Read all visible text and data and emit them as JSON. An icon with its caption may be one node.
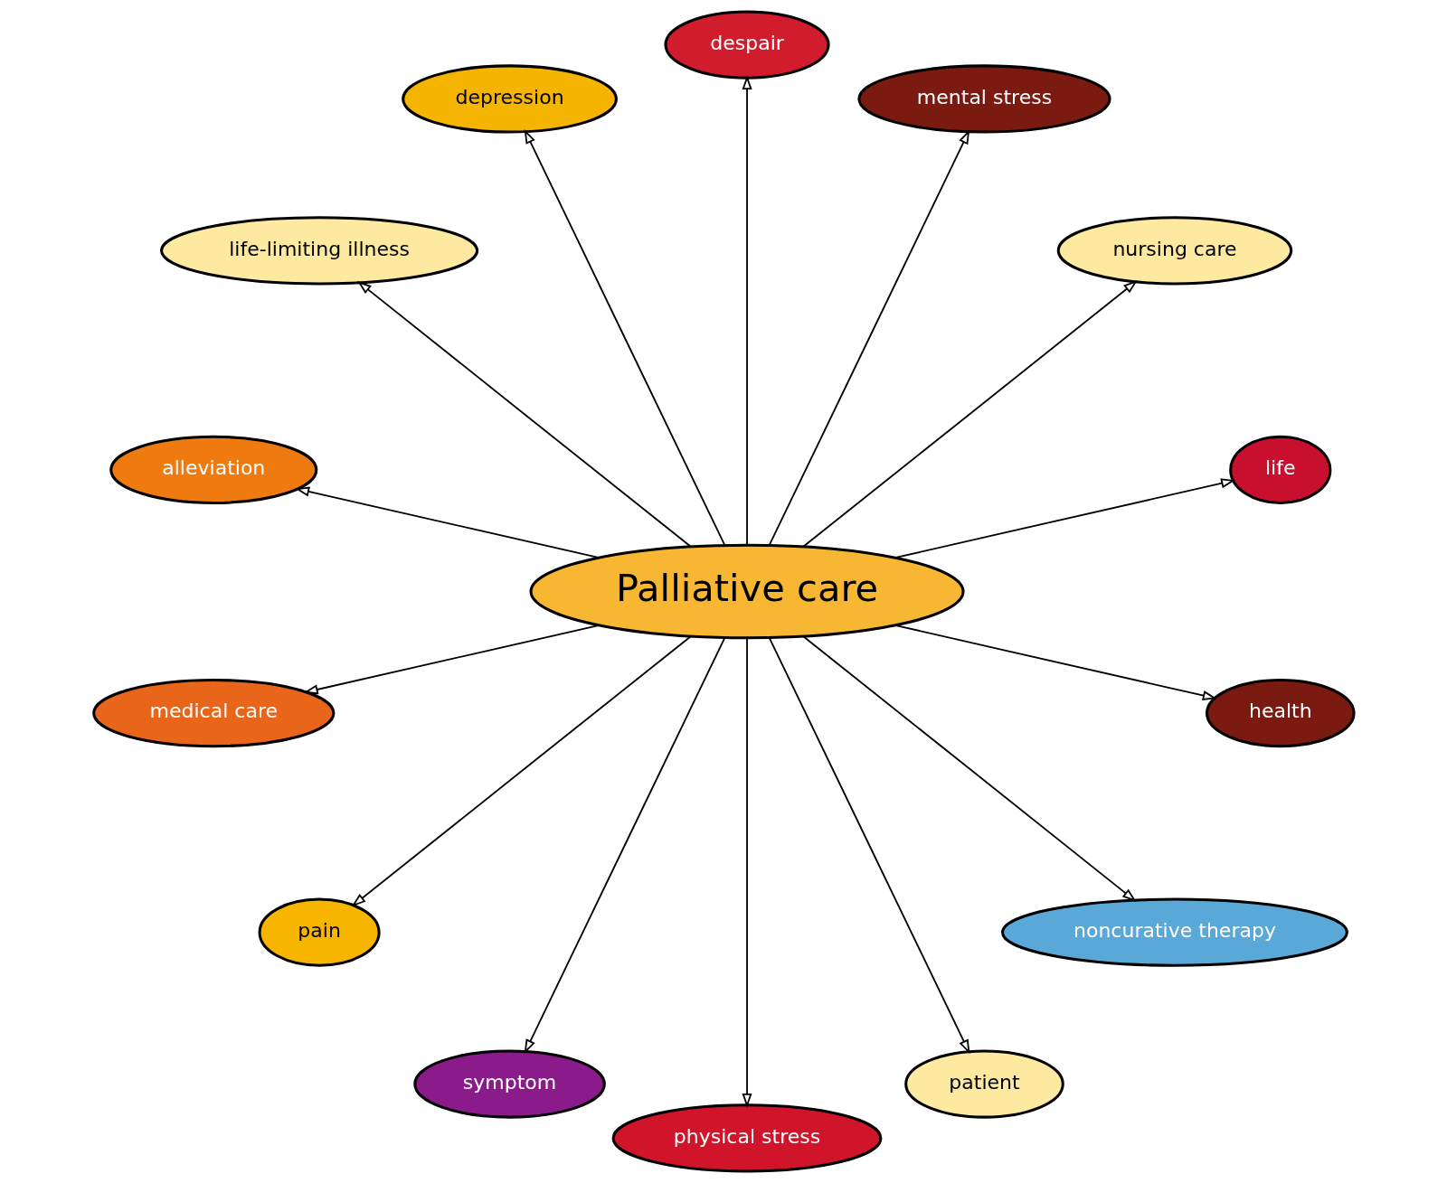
{
  "diagram": {
    "nodes": [
      {
        "text": [
          "Palliative care"
        ]
      },
      {
        "text": [
          "life"
        ]
      },
      {
        "text": [
          "nursing care"
        ]
      },
      {
        "text": [
          "mental stress"
        ]
      },
      {
        "text": [
          "despair"
        ]
      },
      {
        "text": [
          "depression"
        ]
      },
      {
        "text": [
          "life-limiting illness"
        ]
      },
      {
        "text": [
          "alleviation"
        ]
      },
      {
        "text": [
          "medical care"
        ]
      },
      {
        "text": [
          "pain"
        ]
      },
      {
        "text": [
          "symptom"
        ]
      },
      {
        "text": [
          "physical stress"
        ]
      },
      {
        "text": [
          "patient"
        ]
      },
      {
        "text": [
          "noncurative therapy"
        ]
      },
      {
        "text": [
          "health"
        ]
      }
    ],
    "edges": [
      {
        "from": 0,
        "to": 1,
        "arrow": "to"
      },
      {
        "from": 0,
        "to": 2,
        "arrow": "to"
      },
      {
        "from": 0,
        "to": 3,
        "arrow": "to"
      },
      {
        "from": 0,
        "to": 4,
        "arrow": "to"
      },
      {
        "from": 0,
        "to": 5,
        "arrow": "to"
      },
      {
        "from": 0,
        "to": 6,
        "arrow": "to"
      },
      {
        "from": 0,
        "to": 7,
        "arrow": "to"
      },
      {
        "from": 0,
        "to": 8,
        "arrow": "to"
      },
      {
        "from": 0,
        "to": 9,
        "arrow": "to"
      },
      {
        "from": 0,
        "to": 10,
        "arrow": "to"
      },
      {
        "from": 0,
        "to": 11,
        "arrow": "to"
      },
      {
        "from": 0,
        "to": 12,
        "arrow": "to"
      },
      {
        "from": 0,
        "to": 13,
        "arrow": "to"
      },
      {
        "from": 0,
        "to": 14,
        "arrow": "to"
      }
    ]
  }
}
